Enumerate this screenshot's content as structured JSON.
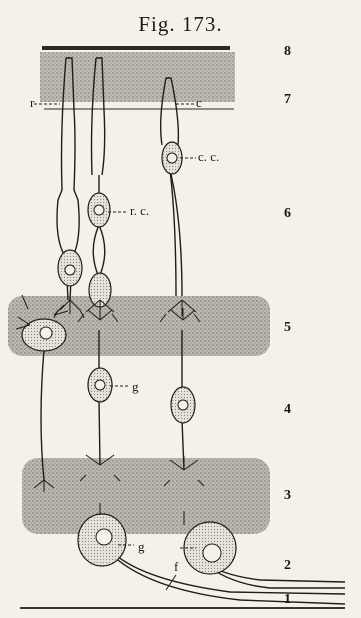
{
  "figure": {
    "title": "Fig. 173.",
    "layer_numbers": [
      "8",
      "7",
      "6",
      "5",
      "4",
      "3",
      "2",
      "1"
    ],
    "labels": {
      "r": "r",
      "c": "c",
      "cc": "c. c.",
      "rc": "r. c.",
      "g_upper": "g",
      "g_lower": "g",
      "f": "f"
    }
  }
}
